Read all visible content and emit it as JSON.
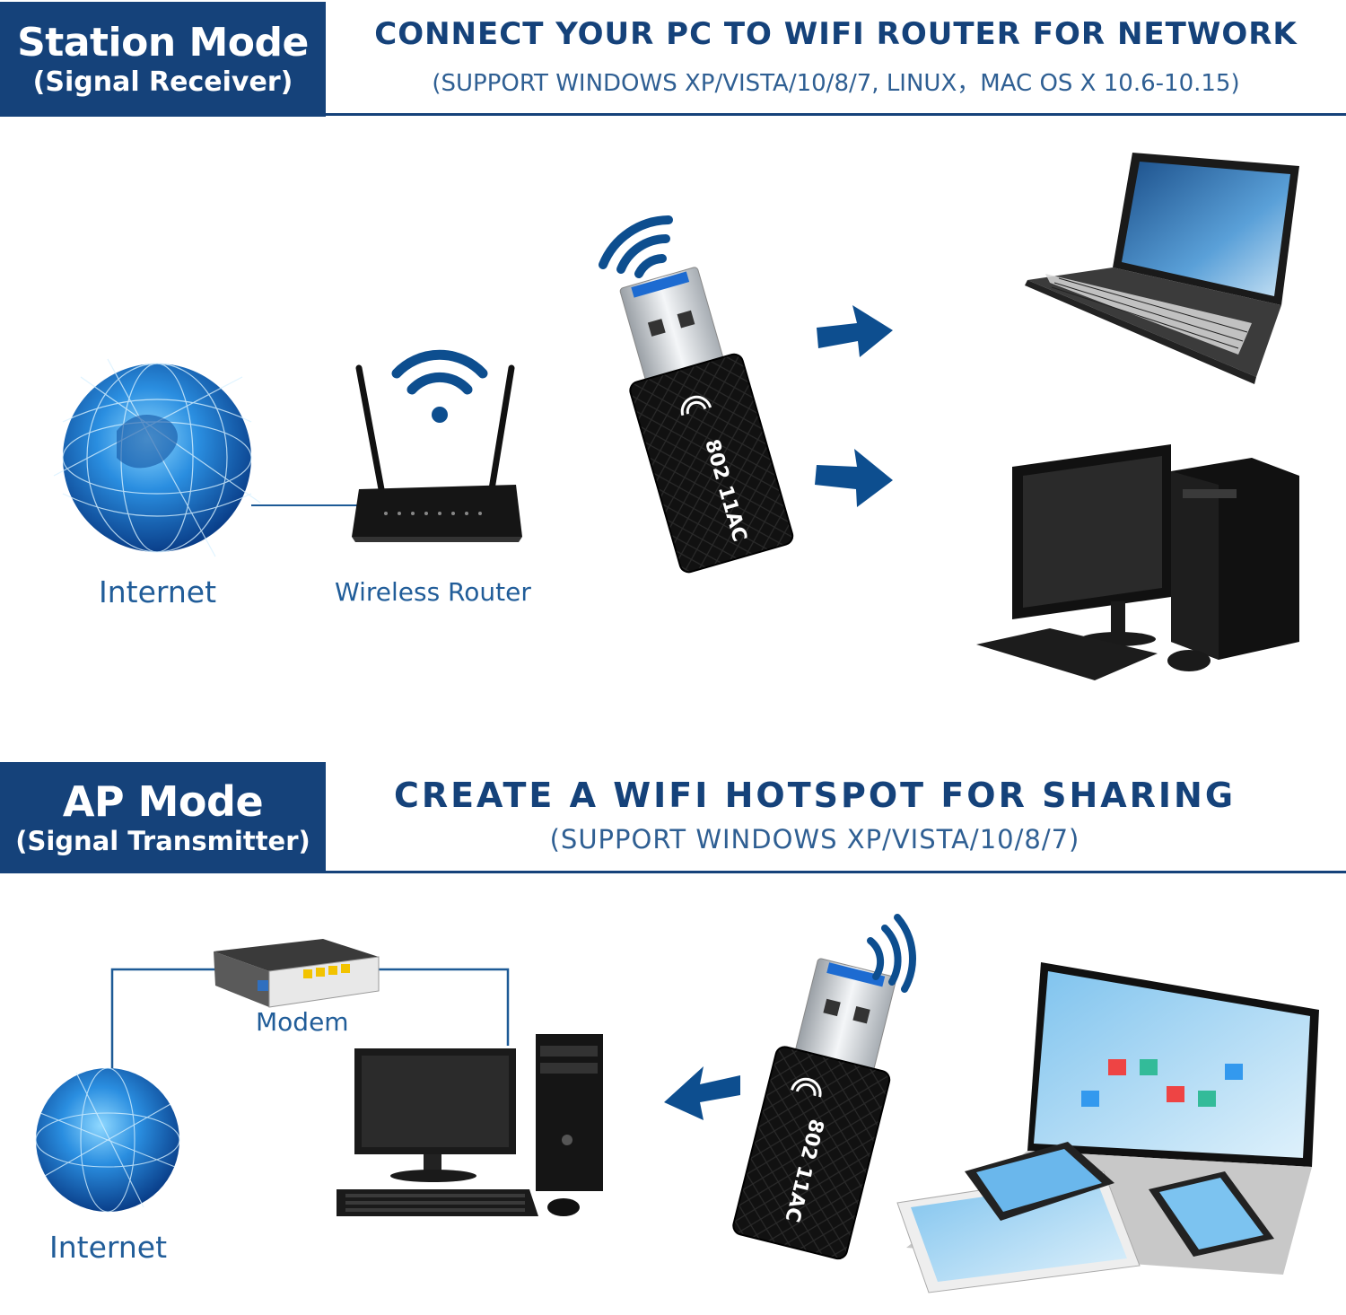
{
  "colors": {
    "brand_blue": "#15427a",
    "arrow_blue": "#0d4e8f",
    "text_blue": "#215d99"
  },
  "station": {
    "title": "Station Mode",
    "subtitle": "(Signal Receiver)",
    "headline": "CONNECT YOUR PC TO WIFI ROUTER FOR NETWORK",
    "support": "(SUPPORT WINDOWS XP/VISTA/10/8/7, LINUX，MAC OS X 10.6-10.15)",
    "internet_label": "Internet",
    "router_label": "Wireless Router",
    "adapter_label": "802 11AC"
  },
  "ap": {
    "title": "AP Mode",
    "subtitle": "(Signal Transmitter)",
    "headline": "CREATE A WIFI HOTSPOT FOR SHARING",
    "support": "(SUPPORT WINDOWS XP/VISTA/10/8/7)",
    "internet_label": "Internet",
    "modem_label": "Modem",
    "adapter_label": "802 11AC"
  },
  "icons": [
    "globe-icon",
    "router-icon",
    "wifi-icon",
    "usb-adapter-icon",
    "laptop-icon",
    "desktop-pc-icon",
    "modem-icon",
    "arrow-icon",
    "devices-icon"
  ]
}
